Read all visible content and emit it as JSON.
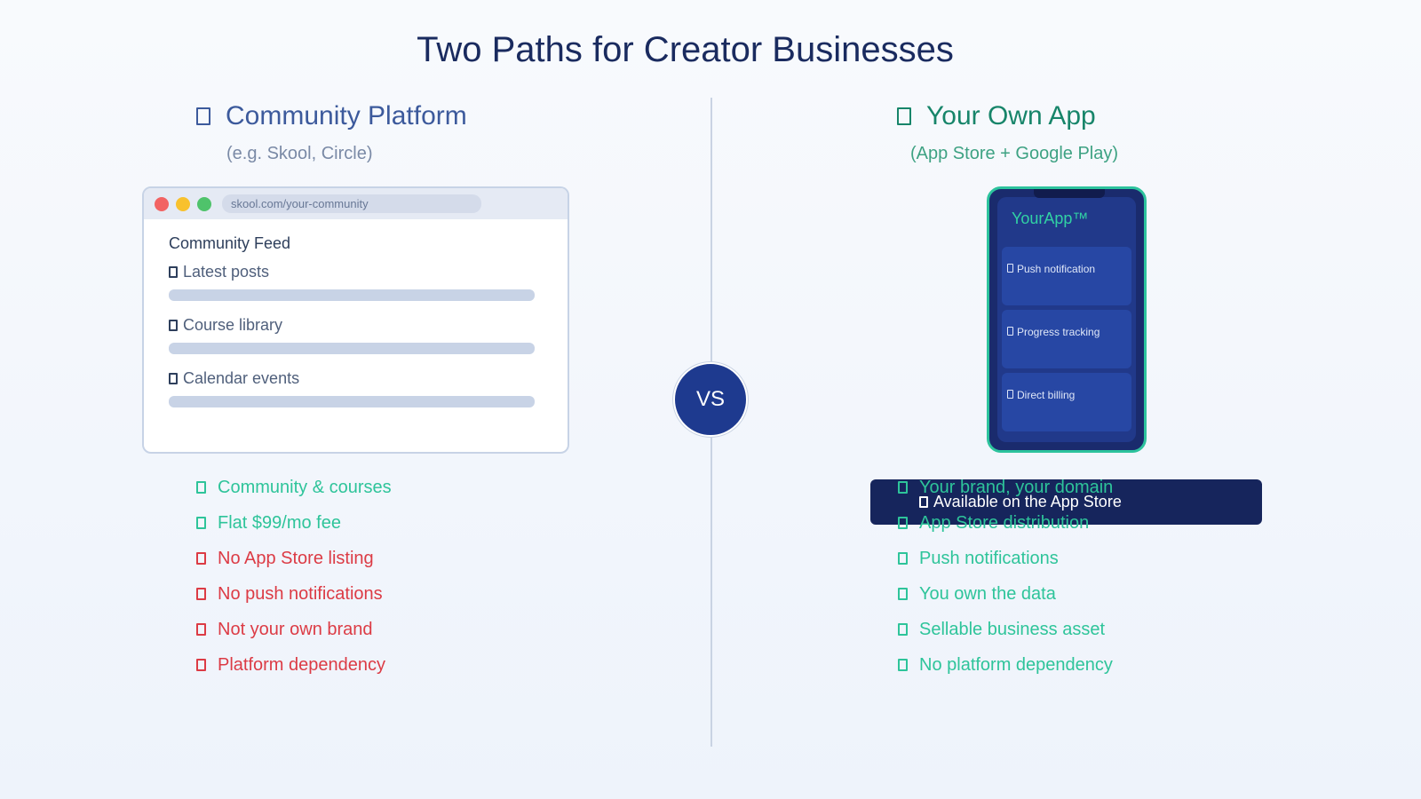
{
  "title": "Two Paths for Creator Businesses",
  "vs_label": "VS",
  "left": {
    "heading": "Community Platform",
    "subtitle": "(e.g. Skool, Circle)",
    "browser": {
      "url": "skool.com/your-community",
      "feed_title": "Community Feed",
      "items": [
        "Latest posts",
        "Course library",
        "Calendar events"
      ]
    },
    "list": [
      {
        "text": "Community & courses",
        "status": "good"
      },
      {
        "text": "Flat $99/mo fee",
        "status": "good"
      },
      {
        "text": "No App Store listing",
        "status": "bad"
      },
      {
        "text": "No push notifications",
        "status": "bad"
      },
      {
        "text": "Not your own brand",
        "status": "bad"
      },
      {
        "text": "Platform dependency",
        "status": "bad"
      }
    ]
  },
  "right": {
    "heading": "Your Own App",
    "subtitle": "(App Store + Google Play)",
    "phone": {
      "app_name": "YourApp™",
      "cards": [
        "Push notification",
        "Progress tracking",
        "Direct billing"
      ]
    },
    "banner": "Available on the App Store",
    "list": [
      {
        "text": "Your brand, your domain",
        "status": "good"
      },
      {
        "text": "App Store distribution",
        "status": "good"
      },
      {
        "text": "Push notifications",
        "status": "good"
      },
      {
        "text": "You own the data",
        "status": "good"
      },
      {
        "text": "Sellable business asset",
        "status": "good"
      },
      {
        "text": "No platform dependency",
        "status": "good"
      }
    ]
  },
  "colors": {
    "title": "#1a2b5f",
    "left_accent": "#3c5a9c",
    "right_accent": "#17856a",
    "good": "#2ec49a",
    "bad": "#dc3b45",
    "vs_circle": "#1e3a8f"
  }
}
